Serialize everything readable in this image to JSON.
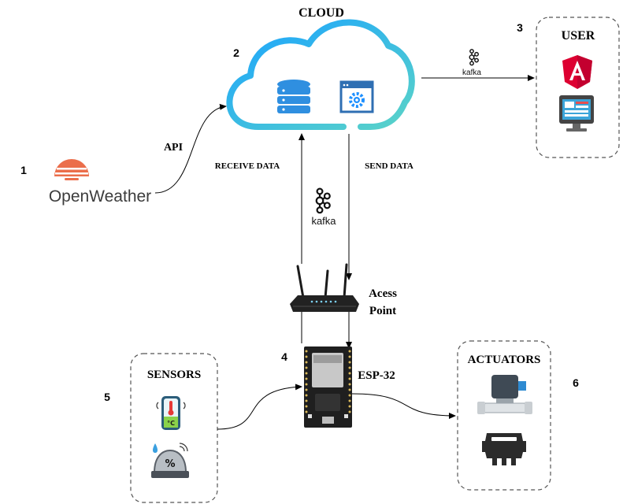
{
  "cloud": {
    "title": "CLOUD",
    "number": "2"
  },
  "user": {
    "title": "USER",
    "number": "3"
  },
  "openweather": {
    "number": "1",
    "brand": "OpenWeather",
    "link_label": "API"
  },
  "flows": {
    "receive": "RECEIVE DATA",
    "send": "SEND DATA"
  },
  "kafka": {
    "label": "kafka"
  },
  "access_point": {
    "line1": "Acess",
    "line2": "Point"
  },
  "esp32": {
    "title": "ESP-32",
    "number": "4"
  },
  "sensors": {
    "title": "SENSORS",
    "number": "5",
    "temp_unit": "°C"
  },
  "actuators": {
    "title": "ACTUATORS",
    "number": "6"
  },
  "colors": {
    "cloud_gradient_start": "#1aa3ff",
    "cloud_gradient_end": "#5ad3c8",
    "db_blue": "#2f8fe0",
    "openweather": "#eb6e4b",
    "angular": "#dd0031",
    "dashed_border": "#555555"
  }
}
